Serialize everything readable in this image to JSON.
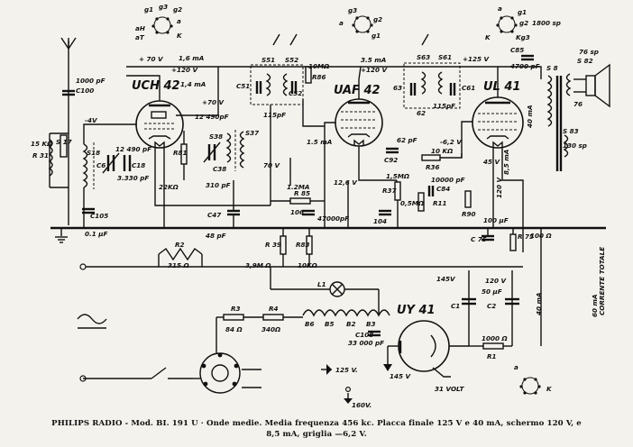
{
  "tubes": {
    "uch42": "UCH 42",
    "uaf42": "UAF 42",
    "ul41": "UL 41",
    "uy41": "UY 41"
  },
  "pins": {
    "uch42": [
      "g1",
      "g3",
      "g2",
      "a",
      "aH",
      "aT",
      "K"
    ],
    "uaf42": [
      "g3",
      "a",
      "g2",
      "g1"
    ],
    "ul41": [
      "a",
      "g1",
      "g2",
      "K",
      "Kg3"
    ],
    "uy41": [
      "a",
      "K"
    ]
  },
  "labels": {
    "c100": "C100",
    "c100v": "1000 pF",
    "s17": "S 17",
    "r31": "R 31",
    "ohm15k": "15 KΩ",
    "s18": "S18",
    "c6": "C6",
    "c18": "C18",
    "c12": "12 490 pF",
    "c3330": "3.330 pF",
    "c105": "C105",
    "c01": "0.1 µF",
    "minus_v": "-4V",
    "p70a": "+ 70 V",
    "m16": "1,6 mA",
    "p120a": "+120 V",
    "m14": "1,4 mA",
    "p70b": "+70 V",
    "s51": "S51",
    "s52": "S52",
    "c51": "C51",
    "c52": "C52",
    "c115a": "115pF",
    "c490b": "12 490pF",
    "s38": "S38",
    "s37": "S37",
    "c38": "C38",
    "c310": "310 pF",
    "r81": "R81",
    "c22k": "22KΩ",
    "v70": "70 V",
    "m15": "1.5 mA",
    "m12": "1.2MA",
    "r85": "R 85",
    "c106": "106",
    "c47000": "47000pF",
    "c47": "C47",
    "c48": "48 pF",
    "r39": "R 39",
    "r83": "R83",
    "m3": "3,9M Ω",
    "k10": "10KΩ",
    "r86": "R86",
    "k10m": "10MΩ",
    "m35": "3.5 mA",
    "p120c": "+120 V",
    "s63": "S63",
    "s61": "S61",
    "c63": "63",
    "c62": "62",
    "c115b": "115pF",
    "c61": "C61",
    "c62p": "62 pF",
    "c92": "C92",
    "r36": "R36",
    "k10b": "10 KΩ",
    "m15b": "1,5MΩ",
    "r37": "R37",
    "s05": "0,5MΩ",
    "r11": "R11",
    "c84": "C84",
    "c10000": "10000 pF",
    "c104": "104",
    "v126": "12,6 V",
    "v62": "-6,2 V",
    "p125": "+125 V",
    "c85": "C85",
    "c4700": "4700 pF",
    "c1800": "1800 sp",
    "s8": "S 8",
    "s82": "S 82",
    "sp76": "76 sp",
    "s76": "76",
    "s83": "S 83",
    "sp130": "130 sp",
    "v45": "45 V",
    "ma85": "8,5 mA",
    "v120": "120 V",
    "ma40": "40 mA",
    "r90": "R90",
    "c100uf": "100 µF",
    "c75": "C 75",
    "r75": "R 75",
    "o100": "100 Ω",
    "r2": "R2",
    "o315": "315 Ω",
    "l1": "L1",
    "b6": "B6",
    "b5": "B5",
    "b2": "B2",
    "b3": "B3",
    "c108": "C108",
    "c33000": "33 000 pF",
    "r3": "R3",
    "o84": "84 Ω",
    "r4": "R4",
    "o340": "340Ω",
    "v145": "145V",
    "c1": "C1",
    "c2": "C2",
    "uf50": "50 µF",
    "v120b": "120 V",
    "r1": "R1",
    "o1000": "1000 Ω",
    "v31": "31 VOLT",
    "v125": "125 V.",
    "v160": "160V.",
    "v145b": "145 V",
    "ma40b": "40 mA",
    "total1": "CORRENTE TOTALE",
    "total2": "60 mA",
    "k_pin": "K"
  },
  "caption": {
    "line1": "PHILIPS RADIO - Mod. BI. 191 U · Onde medie. Media frequenza 456 kc. Placca finale 125 V e 40 mA, schermo 120 V, e",
    "line2": "8,5 mA, griglia —6,2 V."
  }
}
